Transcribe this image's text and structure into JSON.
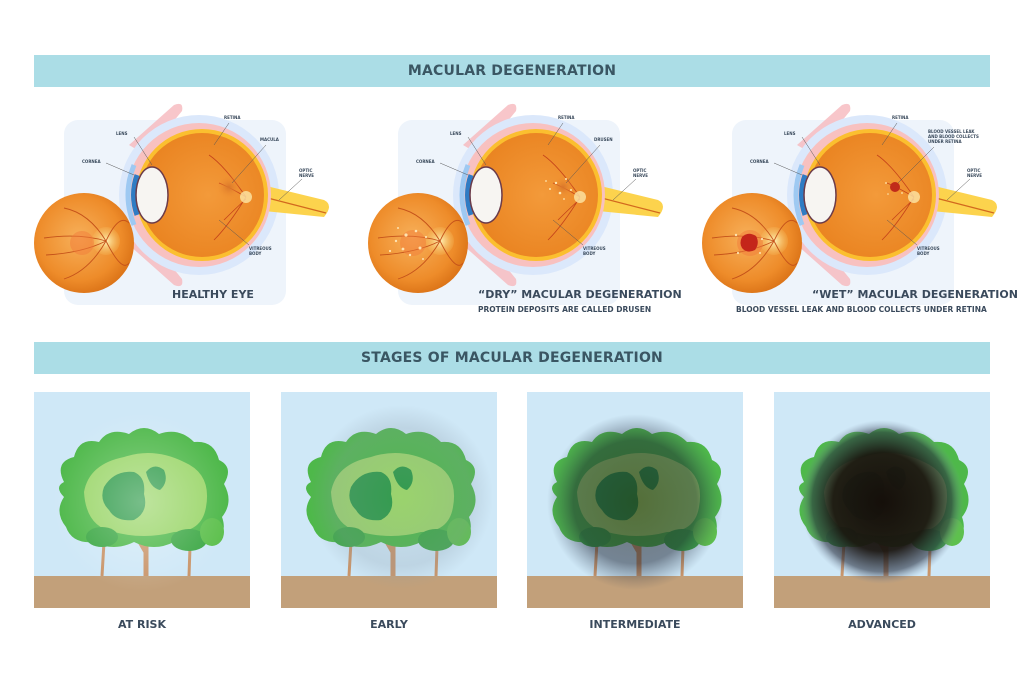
{
  "top_banner": {
    "title": "MACULAR DEGENERATION"
  },
  "eye_panels": [
    {
      "title": "HEALTHY EYE",
      "subtitle": "",
      "labels": {
        "retina": "RETINA",
        "lens": "LENS",
        "cornea": "CORNEA",
        "macula": "MACULA",
        "optic_nerve_1": "OPTIC",
        "optic_nerve_2": "NERVE",
        "vitreous_1": "VITREOUS",
        "vitreous_2": "BODY"
      }
    },
    {
      "title": "“DRY” MACULAR DEGENERATION",
      "subtitle": "PROTEIN DEPOSITS ARE CALLED DRUSEN",
      "labels": {
        "retina": "RETINA",
        "lens": "LENS",
        "cornea": "CORNEA",
        "macula": "DRUSEN",
        "optic_nerve_1": "OPTIC",
        "optic_nerve_2": "NERVE",
        "vitreous_1": "VITREOUS",
        "vitreous_2": "BODY"
      }
    },
    {
      "title": "“WET” MACULAR DEGENERATION",
      "subtitle": "BLOOD VESSEL LEAK AND BLOOD COLLECTS UNDER RETINA",
      "labels": {
        "retina": "RETINA",
        "lens": "LENS",
        "cornea": "CORNEA",
        "macula": "BLOOD VESSEL LEAK",
        "macula_2": "AND BLOOD COLLECTS",
        "macula_3": "UNDER RETINA",
        "optic_nerve_1": "OPTIC",
        "optic_nerve_2": "NERVE",
        "vitreous_1": "VITREOUS",
        "vitreous_2": "BODY"
      }
    }
  ],
  "stages_banner": {
    "title": "STAGES OF MACULAR DEGENERATION"
  },
  "stages": [
    {
      "label": "AT RISK"
    },
    {
      "label": "EARLY"
    },
    {
      "label": "INTERMEDIATE"
    },
    {
      "label": "ADVANCED"
    }
  ],
  "colors": {
    "banner": "#abdde6",
    "banner_text": "#3a5663",
    "eye_orange": "#f0902a",
    "sky": "#cfe8f7",
    "ground": "#c2a07a",
    "foliage": "#5cbf4f"
  }
}
